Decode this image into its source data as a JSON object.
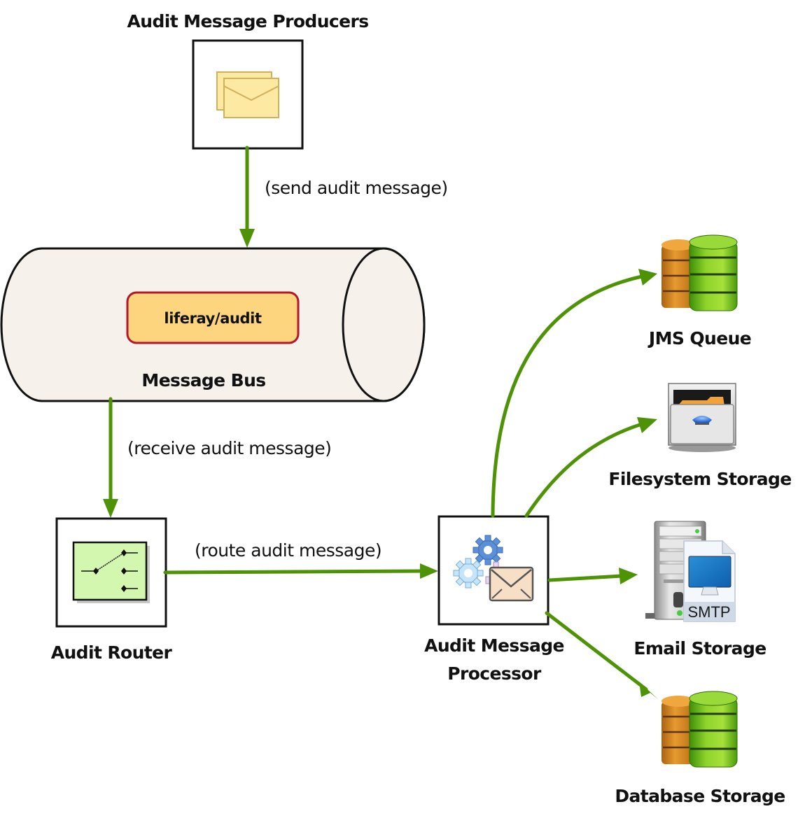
{
  "diagram": {
    "nodes": {
      "producers": {
        "label": "Audit Message Producers",
        "icon": "stacked-envelopes-icon"
      },
      "bus": {
        "label": "Message Bus",
        "topic": "liferay/audit",
        "shape": "cylinder"
      },
      "router": {
        "label": "Audit Router",
        "icon": "switch-router-icon"
      },
      "processor": {
        "label_line1": "Audit Message",
        "label_line2": "Processor",
        "icon": "gears-envelope-icon"
      },
      "jms": {
        "label": "JMS Queue",
        "icon": "database-stack-icon"
      },
      "filesystem": {
        "label": "Filesystem Storage",
        "icon": "file-cabinet-icon"
      },
      "email": {
        "label": "Email Storage",
        "icon": "smtp-server-icon",
        "badge": "SMTP"
      },
      "database": {
        "label": "Database Storage",
        "icon": "database-stack-icon"
      }
    },
    "edges": {
      "send": {
        "label": "(send audit message)",
        "from": "producers",
        "to": "bus"
      },
      "receive": {
        "label": "(receive audit message)",
        "from": "bus",
        "to": "router"
      },
      "route": {
        "label": "(route audit message)",
        "from": "router",
        "to": "processor"
      },
      "to_jms": {
        "label": "",
        "from": "processor",
        "to": "jms"
      },
      "to_filesystem": {
        "label": "",
        "from": "processor",
        "to": "filesystem"
      },
      "to_email": {
        "label": "",
        "from": "processor",
        "to": "email"
      },
      "to_database": {
        "label": "",
        "from": "processor",
        "to": "database"
      }
    },
    "colors": {
      "edge": "#4e9306",
      "bus_fill": "#f7f1ec",
      "topic_fill": "#fdd57e",
      "topic_border": "#b5162b",
      "router_fill": "#d4f7b0",
      "envelope_fill": "#fde9a1"
    }
  }
}
